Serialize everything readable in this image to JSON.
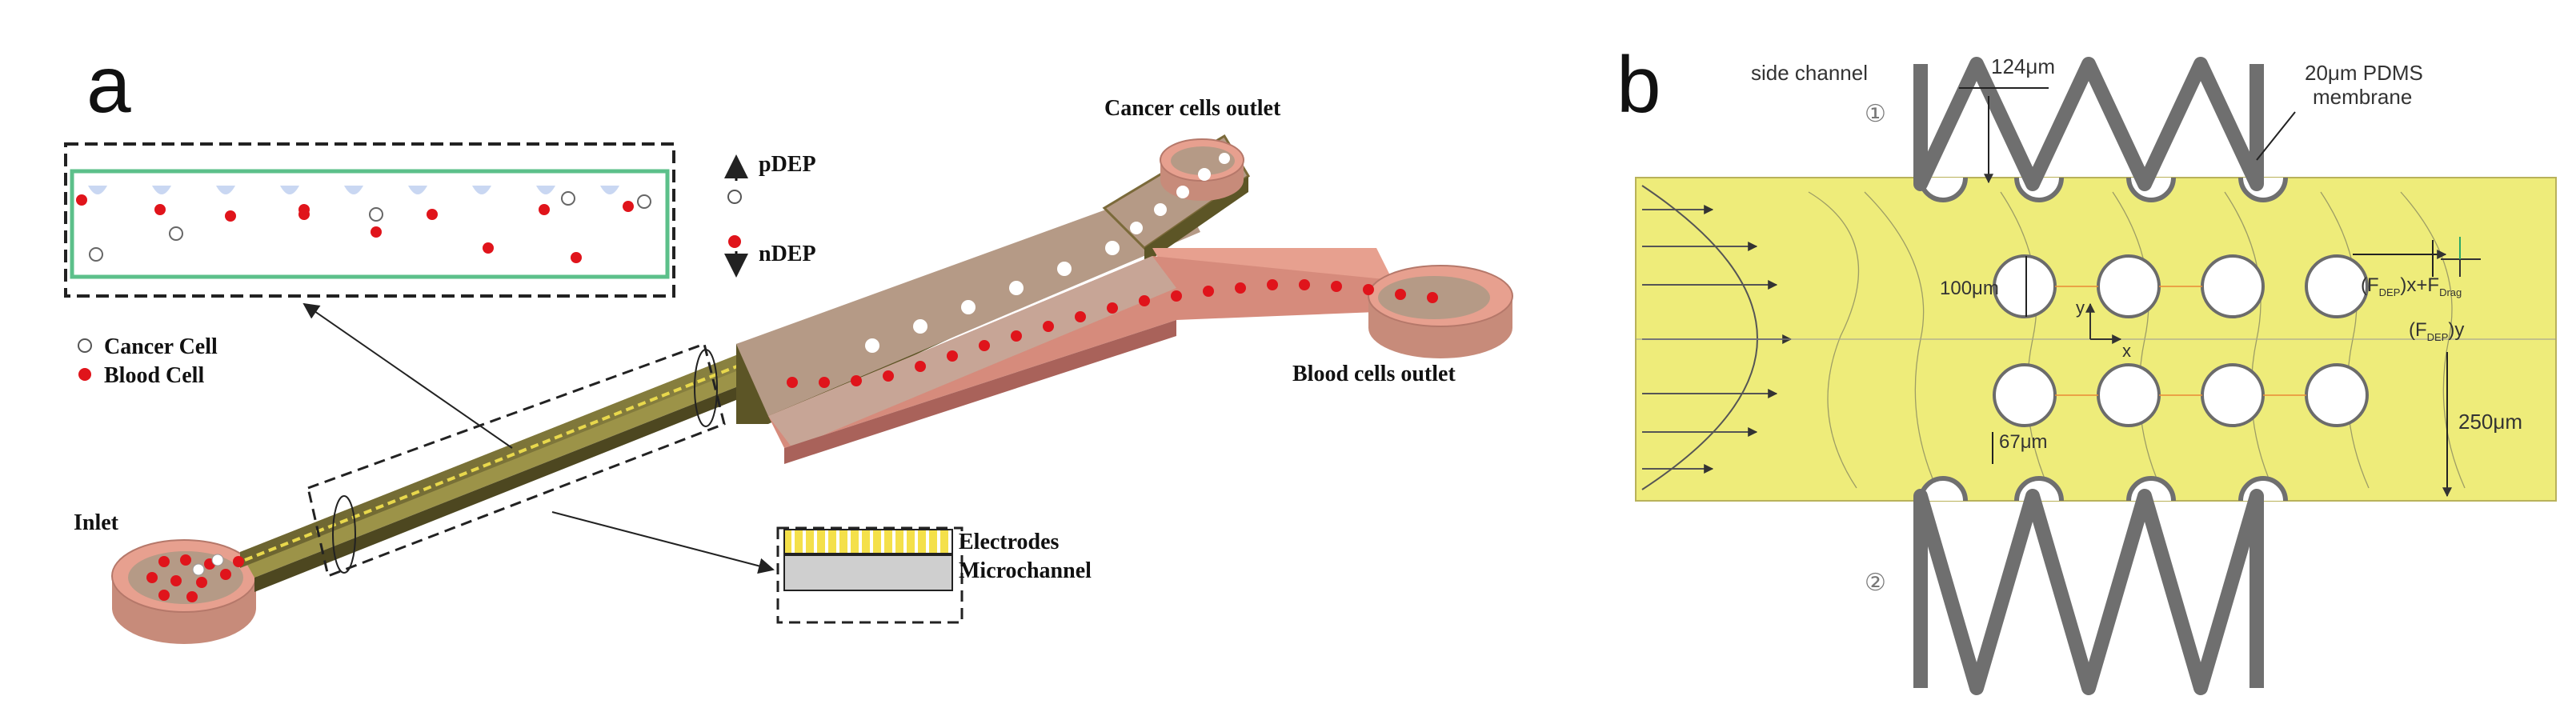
{
  "panel_a": {
    "label": "a",
    "cancer_outlet": "Cancer cells outlet",
    "blood_outlet": "Blood cells outlet",
    "inlet": "Inlet",
    "pdep": "pDEP",
    "ndep": "nDEP",
    "cancer_cell": "Cancer Cell",
    "blood_cell": "Blood Cell",
    "electrodes": "Electrodes",
    "microchannel": "Microchannel"
  },
  "panel_b": {
    "label": "b",
    "side_channel": "side channel",
    "gap_124": "124μm",
    "membrane_line1": "20μm PDMS",
    "membrane_line2": "membrane",
    "marker_1": "①",
    "marker_2": "②",
    "dim_100": "100μm",
    "dim_67": "67μm",
    "dim_250": "250μm",
    "force_a": "(F",
    "force_a_sub": "DEP",
    "force_a_close": ")x+F",
    "force_drag_sub": "Drag",
    "force_b": "(F",
    "force_b_sub": "DEP",
    "force_b_close": ")y",
    "axis_y": "y",
    "axis_x": "x"
  },
  "colors": {
    "chip_dark": "#6b6330",
    "chip_top": "#b59a86",
    "chip_salmon": "#e7a08f",
    "red_cell": "#e0141b",
    "channel_yellow": "#eeec7a",
    "wall_gray": "#6f6f6f"
  }
}
